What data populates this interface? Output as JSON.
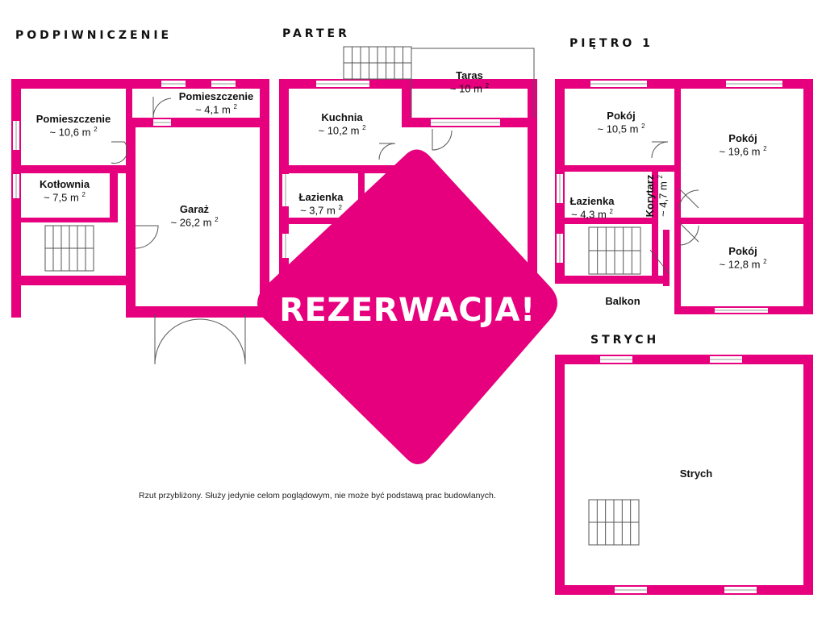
{
  "colors": {
    "wall": "#e6007e",
    "window": "#ffffff",
    "stamp": "#e6007e",
    "text": "#111111"
  },
  "floors": {
    "podpiwniczenie": {
      "title": "PODPIWNICZENIE",
      "rooms": [
        {
          "name": "Pomieszczenie",
          "area": "~ 10,6 m",
          "unit": "2"
        },
        {
          "name": "Pomieszczenie",
          "area": "~ 4,1 m",
          "unit": "2"
        },
        {
          "name": "Kotłownia",
          "area": "~ 7,5 m",
          "unit": "2"
        },
        {
          "name": "Garaż",
          "area": "~ 26,2 m",
          "unit": "2"
        }
      ]
    },
    "parter": {
      "title": "PARTER",
      "rooms": [
        {
          "name": "Taras",
          "area": "~ 10 m",
          "unit": "2"
        },
        {
          "name": "Kuchnia",
          "area": "~ 10,2 m",
          "unit": "2"
        },
        {
          "name": "Łazienka",
          "area": "~ 3,7 m",
          "unit": "2"
        }
      ]
    },
    "pietro1": {
      "title": "PIĘTRO 1",
      "rooms": [
        {
          "name": "Pokój",
          "area": "~ 10,5 m",
          "unit": "2"
        },
        {
          "name": "Pokój",
          "area": "~  19,6 m",
          "unit": "2"
        },
        {
          "name": "Łazienka",
          "area": "~ 4,3 m",
          "unit": "2"
        },
        {
          "name": "Korytarz",
          "area": "~ 4,7 m",
          "unit": "2"
        },
        {
          "name": "Pokój",
          "area": "~ 12,8 m",
          "unit": "2"
        },
        {
          "name": "Balkon",
          "area": "",
          "unit": ""
        }
      ]
    },
    "strych": {
      "title": "STRYCH",
      "rooms": [
        {
          "name": "Strych"
        }
      ]
    }
  },
  "stamp": {
    "label": "REZERWACJA!"
  },
  "note": "Rzut przybliżony. Służy jedynie celom poglądowym, nie może być podstawą prac budowlanych."
}
